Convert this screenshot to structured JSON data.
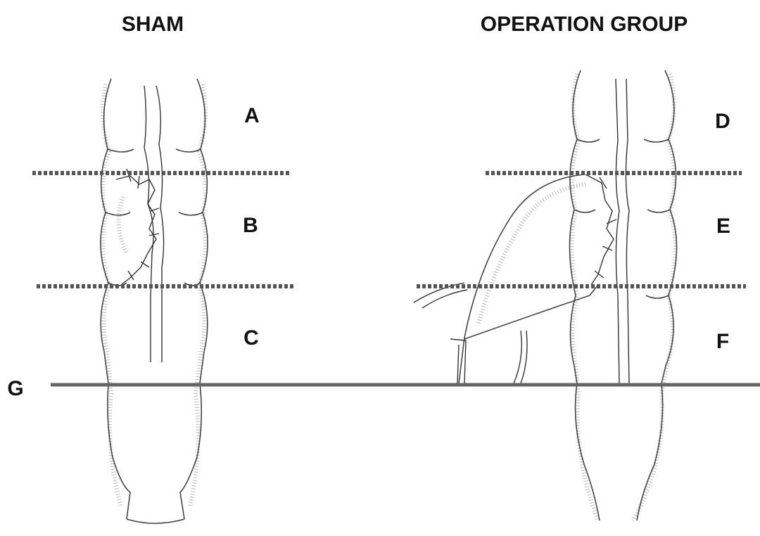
{
  "titles": {
    "left": "SHAM",
    "right": "OPERATION GROUP"
  },
  "segments": {
    "left": [
      "A",
      "B",
      "C"
    ],
    "right": [
      "D",
      "E",
      "F"
    ]
  },
  "baseline_label": "G"
}
